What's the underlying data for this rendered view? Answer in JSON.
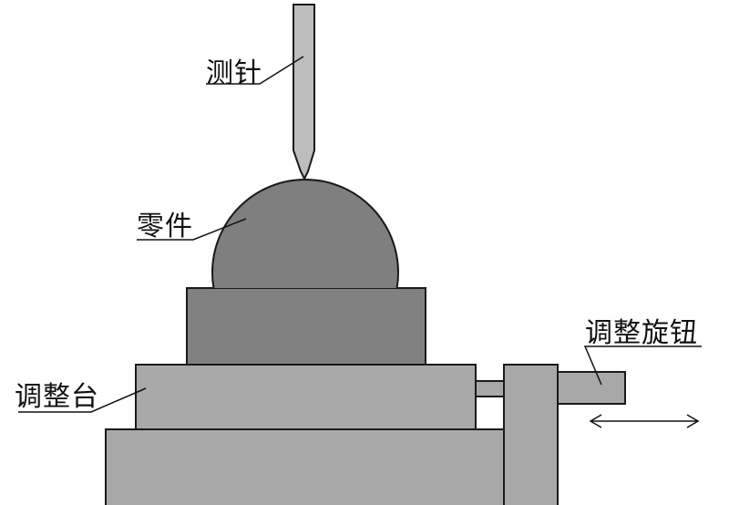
{
  "labels": {
    "probe": "测针",
    "part": "零件",
    "adjust_knob": "调整旋钮",
    "adjust_stage": "调整台"
  },
  "colors": {
    "dark_gray": "#808080",
    "light_gray": "#a9a9a9",
    "outline": "#1a1a1a"
  }
}
